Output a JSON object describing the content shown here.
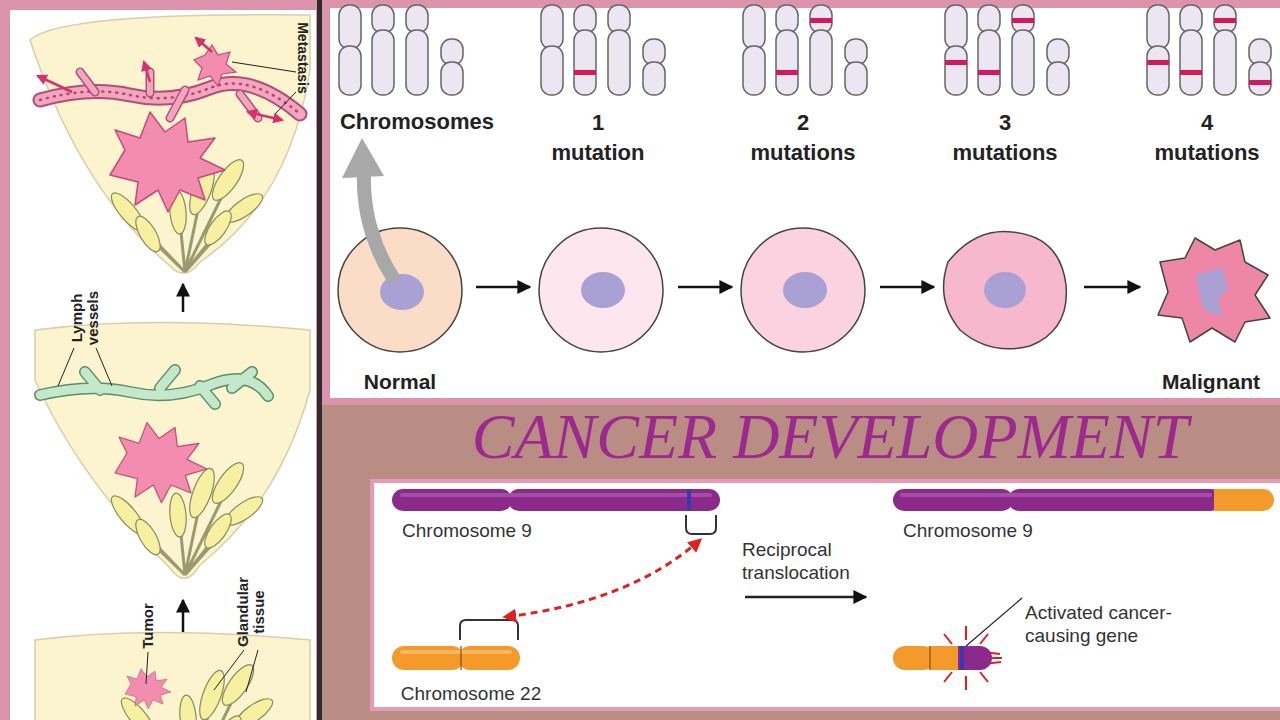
{
  "diagram": {
    "title": "CANCER DEVELOPMENT",
    "labels": [
      "Metastasis",
      "Lymph vessels",
      "Tumor",
      "Glandular tissue",
      "Chromosomes",
      "1 mutation",
      "2 mutations",
      "3 mutations",
      "4 mutations",
      "Normal",
      "Malignant",
      "Chromosome 9",
      "Reciprocal translocation",
      "Chromosome 9",
      "Activated cancer-causing gene",
      "Chromosome 22"
    ]
  }
}
